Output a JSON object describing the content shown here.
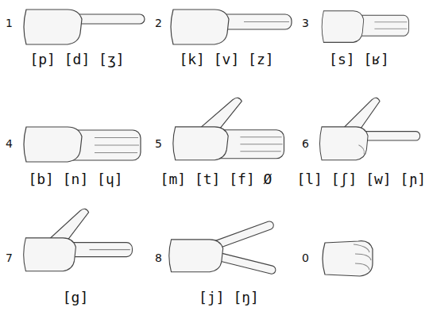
{
  "diagram": {
    "labels": [
      "1",
      "[p] [d] [ʒ]",
      "2",
      "[k] [v] [z]",
      "3",
      "[s] [ʁ]",
      "4",
      "[b] [n] [ɥ]",
      "5",
      "[m] [t] [f] Ø",
      "6",
      "[l] [ʃ] [w] [ɲ]",
      "7",
      "[g]",
      "8",
      "[j] [ŋ]",
      "0"
    ]
  }
}
